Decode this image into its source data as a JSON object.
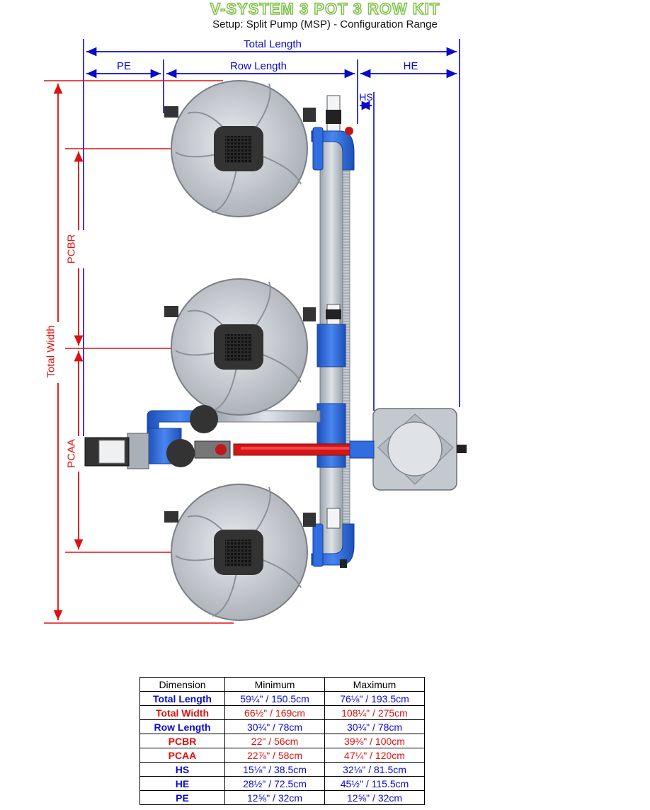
{
  "title": "V-SYSTEM 3 POT 3 ROW KIT",
  "subtitle": "Setup: Split Pump (MSP) - Configuration Range",
  "labels": {
    "total_length": "Total Length",
    "pe": "PE",
    "row_length": "Row Length",
    "he": "HE",
    "hs": "HS",
    "total_width": "Total Width",
    "pcbr": "PCBR",
    "pcaa": "PCAA"
  },
  "colors": {
    "title_green": "#7bc142",
    "dimension_blue": "#0a0acd",
    "dimension_red": "#e01010",
    "pipe_blue": "#2f6de0",
    "pot_gray": "#c8ccd2"
  },
  "table": {
    "headers": [
      "Dimension",
      "Minimum",
      "Maximum"
    ],
    "rows": [
      {
        "name": "Total Length",
        "min": "59¼\" / 150.5cm",
        "max": "76⅛\" / 193.5cm",
        "color": "blue"
      },
      {
        "name": "Total Width",
        "min": "66½\" / 169cm",
        "max": "108¼\" / 275cm",
        "color": "red"
      },
      {
        "name": "Row Length",
        "min": "30¾\" / 78cm",
        "max": "30¾\" / 78cm",
        "color": "blue"
      },
      {
        "name": "PCBR",
        "min": "22\" / 56cm",
        "max": "39⅜\" / 100cm",
        "color": "red"
      },
      {
        "name": "PCAA",
        "min": "22⅞\" / 58cm",
        "max": "47¼\" / 120cm",
        "color": "red"
      },
      {
        "name": "HS",
        "min": "15⅛\" / 38.5cm",
        "max": "32⅛\" / 81.5cm",
        "color": "blue"
      },
      {
        "name": "HE",
        "min": "28½\" / 72.5cm",
        "max": "45½\" / 115.5cm",
        "color": "blue"
      },
      {
        "name": "PE",
        "min": "12⅝\" / 32cm",
        "max": "12⅝\" / 32cm",
        "color": "blue"
      }
    ]
  }
}
